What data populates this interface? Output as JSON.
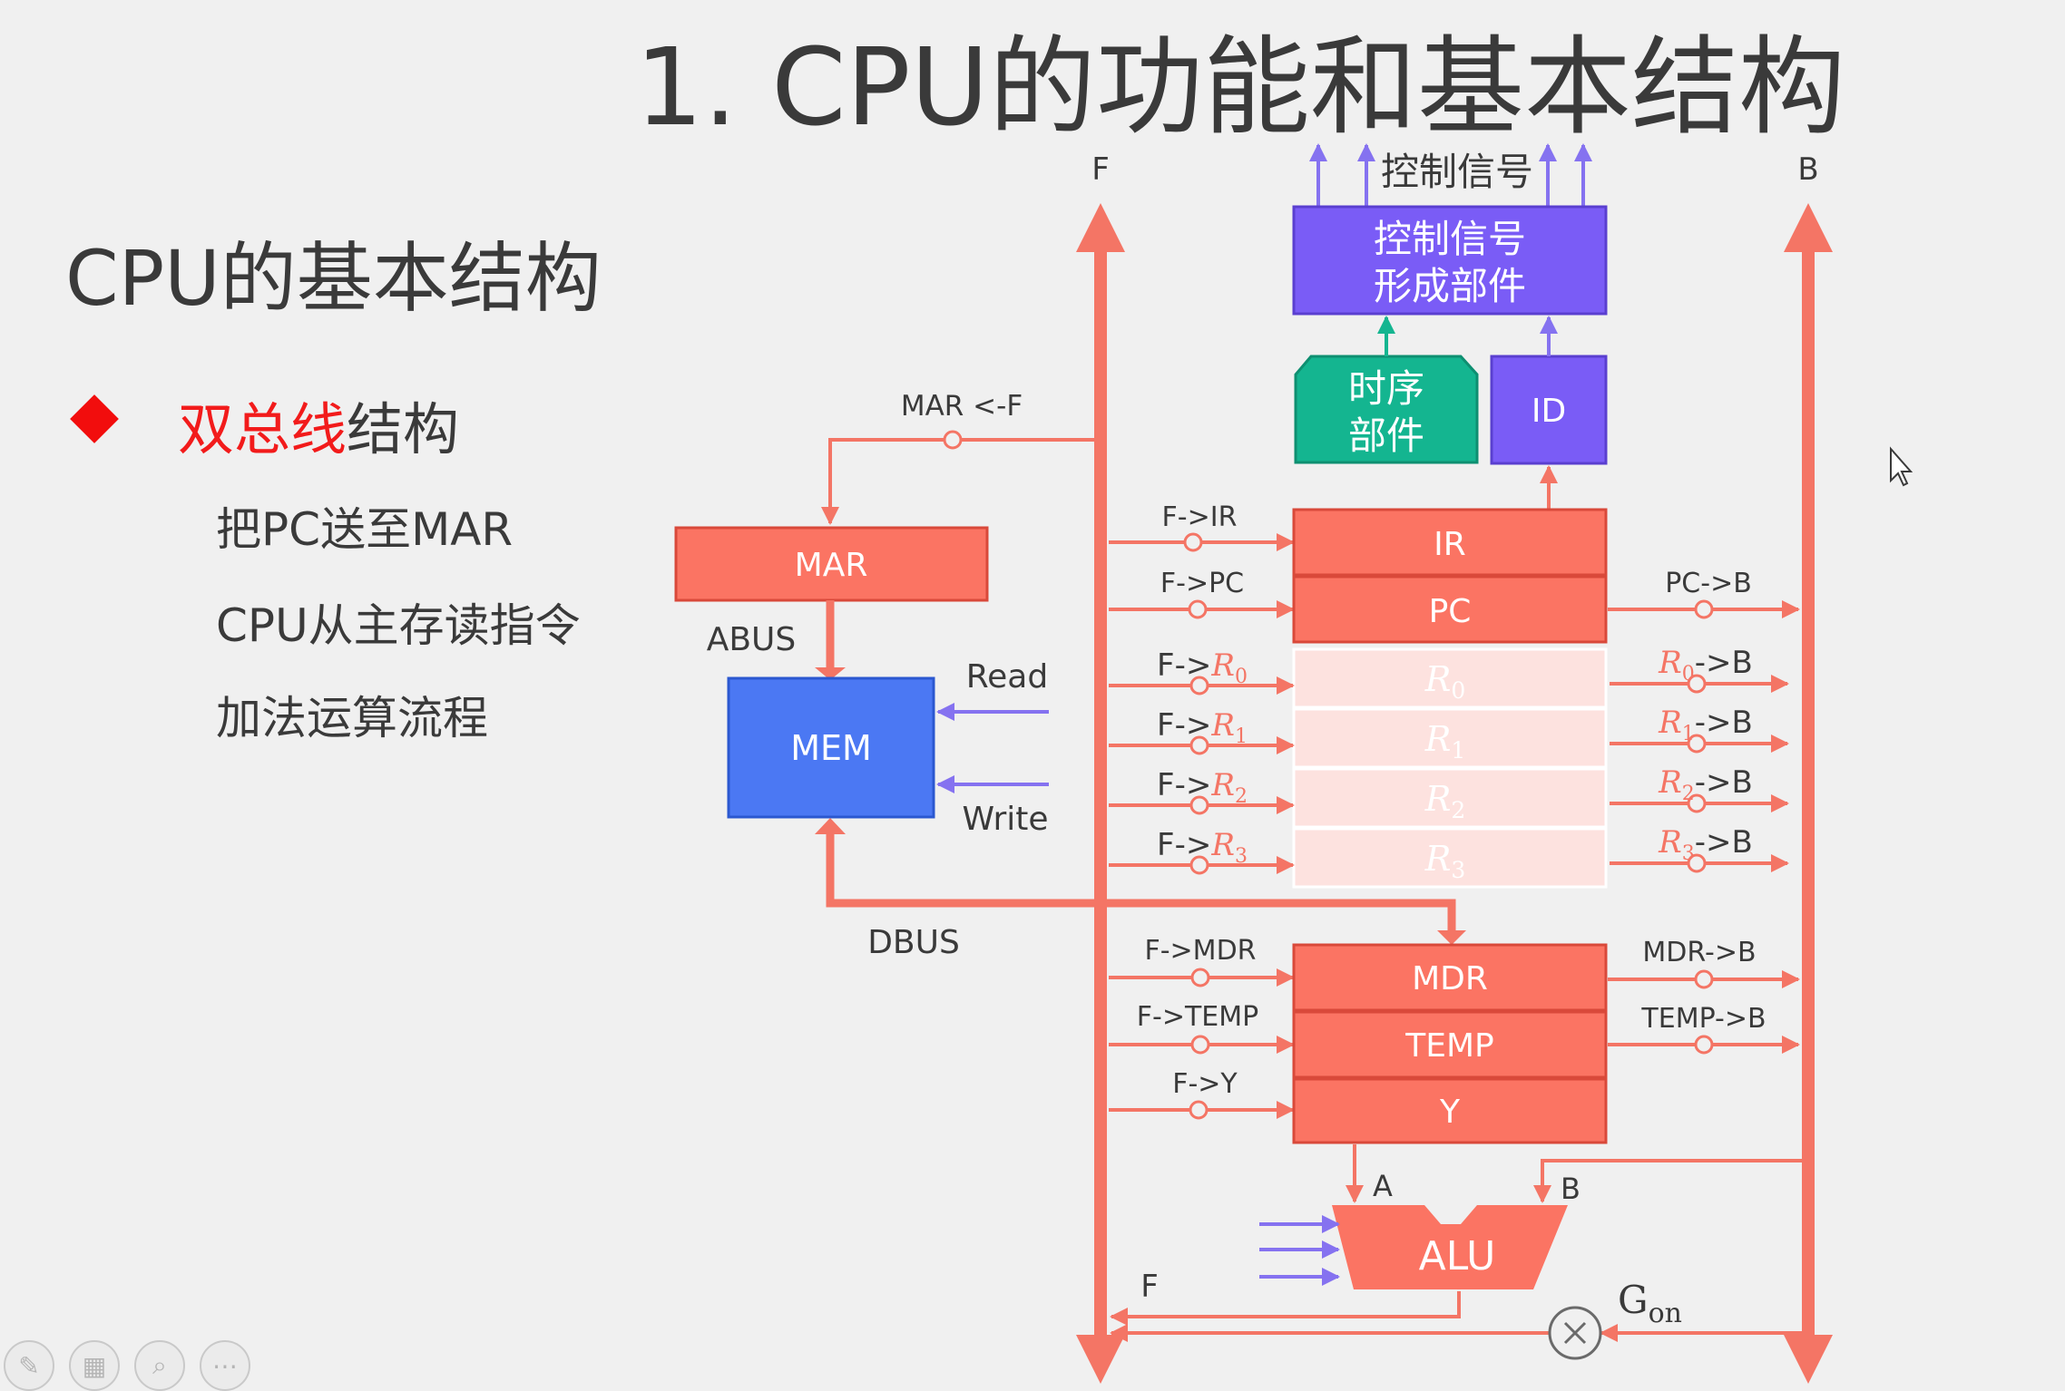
{
  "slide": {
    "title": "1. CPU的功能和基本结构",
    "subtitle": "CPU的基本结构",
    "bullet": {
      "highlight": "双总线",
      "rest": "结构"
    },
    "sub_items": [
      "把PC送至MAR",
      "CPU从主存读指令",
      "加法运算流程"
    ]
  },
  "diagram": {
    "bus_f": "F",
    "bus_b": "B",
    "ctrl_signal_top": "控制信号",
    "ctrl_unit_l1": "控制信号",
    "ctrl_unit_l2": "形成部件",
    "timing_l1": "时序",
    "timing_l2": "部件",
    "id": "ID",
    "mar": "MAR",
    "mar_label": "MAR <-F",
    "abus": "ABUS",
    "mem": "MEM",
    "read": "Read",
    "write": "Write",
    "dbus": "DBUS",
    "ir": "IR",
    "pc": "PC",
    "mdr": "MDR",
    "temp": "TEMP",
    "y": "Y",
    "alu": "ALU",
    "alu_a": "A",
    "alu_b": "B",
    "alu_f": "F",
    "g_on": "G",
    "g_on_sub": "on",
    "ctl_f_ir": "F->IR",
    "ctl_f_pc": "F->PC",
    "ctl_pc_b": "PC->B",
    "ctl_f_mdr": "F->MDR",
    "ctl_mdr_b": "MDR->B",
    "ctl_f_temp": "F->TEMP",
    "ctl_temp_b": "TEMP->B",
    "ctl_f_y": "F->Y",
    "ctl_f_prefix": "F->",
    "ctl_b_suffix": "->B",
    "reg_letter": "R",
    "reg_subs": [
      "0",
      "1",
      "2",
      "3"
    ]
  },
  "colors": {
    "bus": "#f47565",
    "register": "#fb7463",
    "register_light": "#fde2df",
    "ctrl_unit": "#7a5cf6",
    "timing": "#14b590",
    "mem": "#4b78f3",
    "signal_arrow": "#8572f0",
    "title_text": "#3a3a3a",
    "highlight": "#f21b1b"
  },
  "toolbar": [
    "pen-icon",
    "layout-icon",
    "zoom-icon",
    "more-icon"
  ]
}
